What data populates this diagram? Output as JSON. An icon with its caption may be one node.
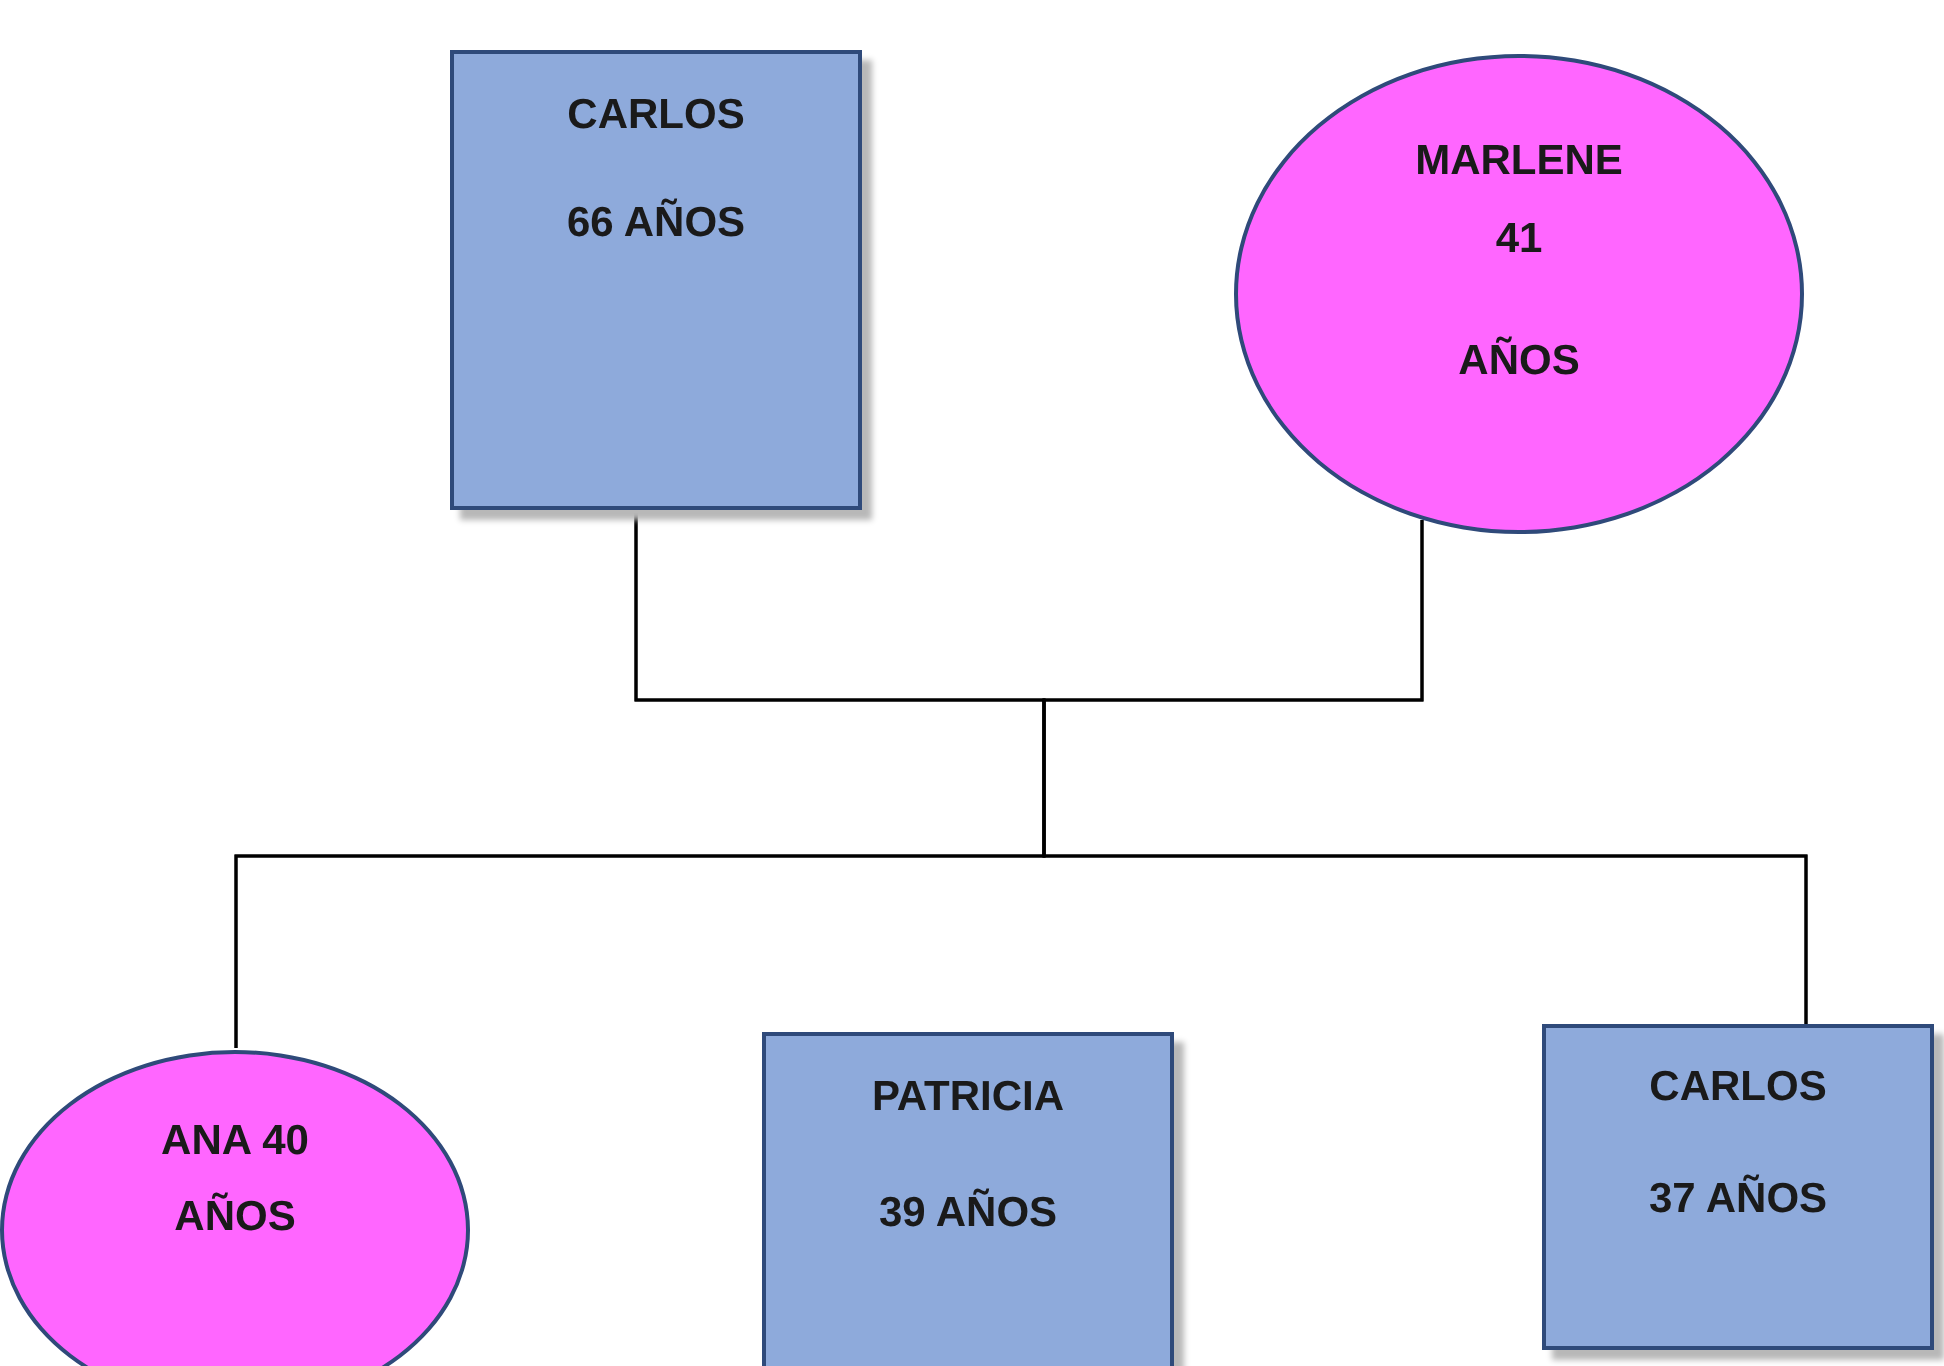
{
  "diagram": {
    "nodes": [
      {
        "text": [
          "CARLOS",
          "66 AÑOS"
        ]
      },
      {
        "text": [
          "MARLENE 41",
          "AÑOS"
        ]
      },
      {
        "text": [
          "ANA 40 AÑOS"
        ]
      },
      {
        "text": [
          "PATRICIA",
          "39 AÑOS"
        ]
      },
      {
        "text": [
          "CARLOS",
          "37 AÑOS"
        ]
      }
    ],
    "edges": [
      {
        "from": 0,
        "to": 2,
        "arrow": "none"
      },
      {
        "from": 0,
        "to": 4,
        "arrow": "none"
      },
      {
        "from": 1,
        "to": 2,
        "arrow": "none"
      },
      {
        "from": 1,
        "to": 4,
        "arrow": "none"
      }
    ]
  }
}
